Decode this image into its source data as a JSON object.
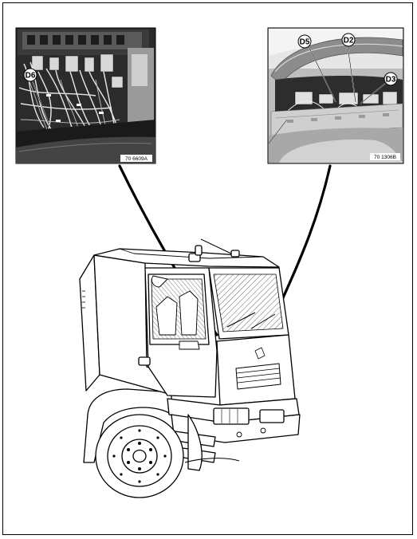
{
  "photos": [
    {
      "ref_number": "70 6609A",
      "callouts": [
        "D6"
      ]
    },
    {
      "ref_number": "70 1306B",
      "callouts": [
        "D5",
        "D2",
        "D3"
      ]
    }
  ]
}
